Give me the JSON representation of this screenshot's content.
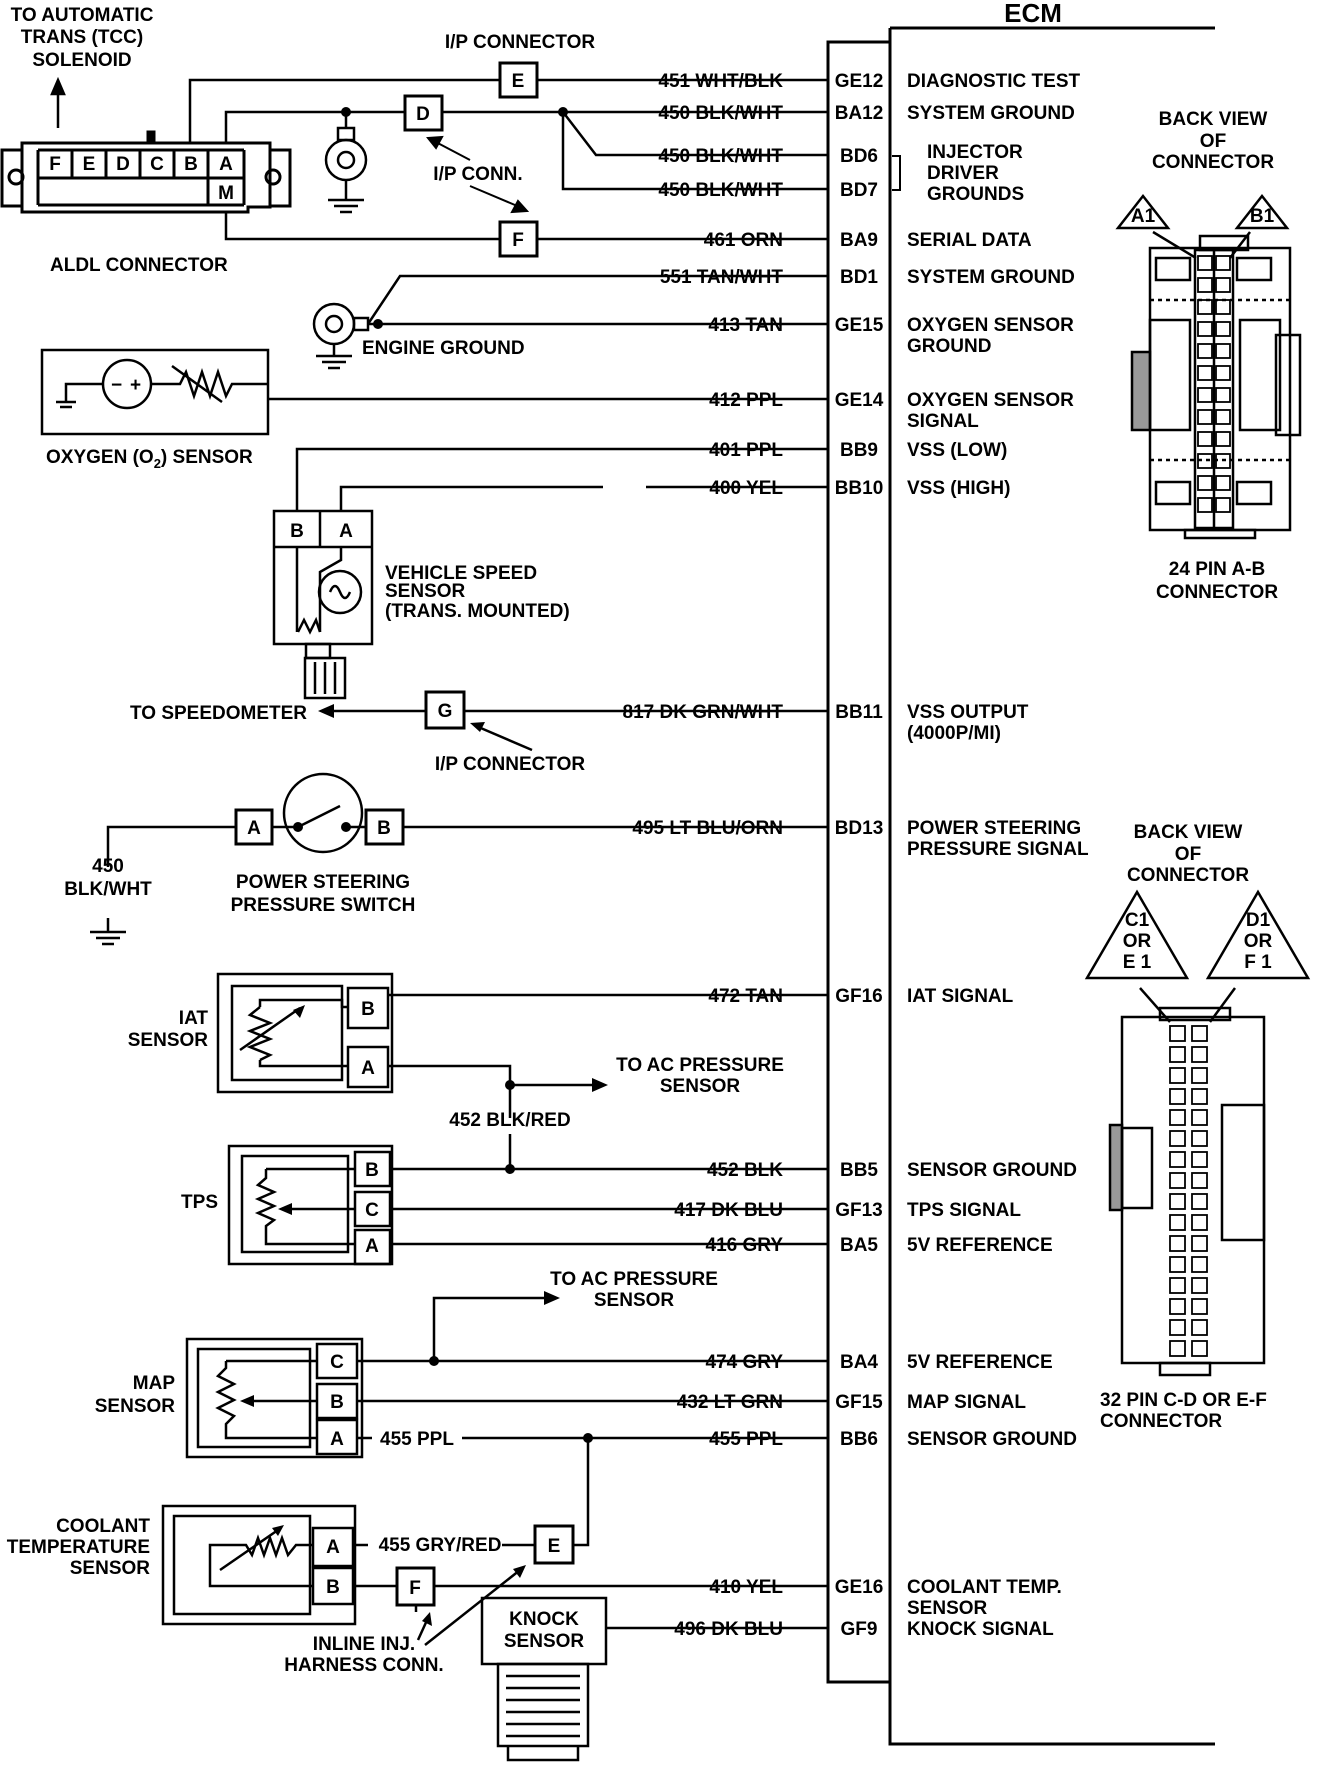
{
  "ecm": {
    "title": "ECM"
  },
  "rows": [
    {
      "wire": "451 WHT/BLK",
      "pin": "GE12",
      "fn": [
        "DIAGNOSTIC TEST"
      ]
    },
    {
      "wire": "450 BLK/WHT",
      "pin": "BA12",
      "fn": [
        "SYSTEM GROUND"
      ]
    },
    {
      "wire": "450 BLK/WHT",
      "pin": "BD6",
      "fn": []
    },
    {
      "wire": "450 BLK/WHT",
      "pin": "BD7",
      "fn": []
    },
    {
      "wire": "461 ORN",
      "pin": "BA9",
      "fn": [
        "SERIAL DATA"
      ]
    },
    {
      "wire": "551 TAN/WHT",
      "pin": "BD1",
      "fn": [
        "SYSTEM GROUND"
      ]
    },
    {
      "wire": "413 TAN",
      "pin": "GE15",
      "fn": [
        "OXYGEN SENSOR",
        "GROUND"
      ]
    },
    {
      "wire": "412 PPL",
      "pin": "GE14",
      "fn": [
        "OXYGEN SENSOR",
        "SIGNAL"
      ]
    },
    {
      "wire": "401 PPL",
      "pin": "BB9",
      "fn": [
        "VSS  (LOW)"
      ]
    },
    {
      "wire": "400 YEL",
      "pin": "BB10",
      "fn": [
        "VSS  (HIGH)"
      ]
    },
    {
      "wire": "817 DK GRN/WHT",
      "pin": "BB11",
      "fn": [
        "VSS OUTPUT",
        "(4000P/MI)"
      ]
    },
    {
      "wire": "495 LT BLU/ORN",
      "pin": "BD13",
      "fn": [
        "POWER STEERING",
        "PRESSURE SIGNAL"
      ]
    },
    {
      "wire": "472 TAN",
      "pin": "GF16",
      "fn": [
        "IAT SIGNAL"
      ]
    },
    {
      "wire": "452 BLK",
      "pin": "BB5",
      "fn": [
        "SENSOR GROUND"
      ]
    },
    {
      "wire": "417 DK BLU",
      "pin": "GF13",
      "fn": [
        "TPS SIGNAL"
      ]
    },
    {
      "wire": "416 GRY",
      "pin": "BA5",
      "fn": [
        "5V REFERENCE"
      ]
    },
    {
      "wire": "474 GRY",
      "pin": "BA4",
      "fn": [
        "5V REFERENCE"
      ]
    },
    {
      "wire": "432 LT GRN",
      "pin": "GF15",
      "fn": [
        "MAP SIGNAL"
      ]
    },
    {
      "wire": "455 PPL",
      "pin": "BB6",
      "fn": [
        "SENSOR GROUND"
      ]
    },
    {
      "wire": "410 YEL",
      "pin": "GE16",
      "fn": [
        "COOLANT TEMP.",
        "SENSOR"
      ]
    },
    {
      "wire": "496 DK BLU",
      "pin": "GF9",
      "fn": [
        "KNOCK SIGNAL"
      ]
    }
  ],
  "injector_grounds": [
    "INJECTOR",
    "DRIVER",
    "GROUNDS"
  ],
  "labels": {
    "to_auto_trans": [
      "TO AUTOMATIC",
      "TRANS (TCC)",
      "SOLENOID"
    ],
    "ip_connector_top": "I/P CONNECTOR",
    "ip_conn": "I/P CONN.",
    "aldl_connector": "ALDL  CONNECTOR",
    "engine_ground": "ENGINE GROUND",
    "oxygen_sensor": "OXYGEN (O",
    "oxygen_sub": "2",
    "oxygen_tail": ") SENSOR",
    "vss": [
      "VEHICLE SPEED",
      "SENSOR",
      "(TRANS. MOUNTED)"
    ],
    "to_speedometer": "TO SPEEDOMETER",
    "ip_connector_mid": "I/P CONNECTOR",
    "ps_ground_wire": [
      "450",
      "BLK/WHT"
    ],
    "ps_switch": [
      "POWER STEERING",
      "PRESSURE SWITCH"
    ],
    "iat_sensor": [
      "IAT",
      "SENSOR"
    ],
    "to_ac_1": [
      "TO AC PRESSURE",
      "SENSOR"
    ],
    "wire_452_blk_red": "452 BLK/RED",
    "tps": "TPS",
    "to_ac_2": [
      "TO AC PRESSURE",
      "SENSOR"
    ],
    "map_sensor": [
      "MAP",
      "SENSOR"
    ],
    "wire_455_ppl_left": "455 PPL",
    "coolant_sensor": [
      "COOLANT",
      "TEMPERATURE",
      "SENSOR"
    ],
    "wire_455_gry_red": "455 GRY/RED",
    "knock_sensor": [
      "KNOCK",
      "SENSOR"
    ],
    "inline_inj": [
      "INLINE INJ.",
      "HARNESS CONN."
    ],
    "back_view_1": [
      "BACK VIEW",
      "OF",
      "CONNECTOR"
    ],
    "conn_24": [
      "24 PIN  A-B",
      "CONNECTOR"
    ],
    "back_view_2": [
      "BACK VIEW",
      "OF",
      "CONNECTOR"
    ],
    "conn_32": [
      "32  PIN C-D OR E-F",
      "CONNECTOR"
    ],
    "tri_a1": "A1",
    "tri_b1": "B1",
    "tri_c1": [
      "C1",
      "OR",
      "E 1"
    ],
    "tri_d1": [
      "D1",
      "OR",
      "F 1"
    ]
  },
  "aldl_pins": [
    "F",
    "E",
    "D",
    "C",
    "B",
    "A"
  ],
  "aldl_pin_m": "M",
  "connector_letters": {
    "e1": "E",
    "d1": "D",
    "f1": "F",
    "g1": "G",
    "e2": "E",
    "f2": "F"
  },
  "sensor_pins": {
    "vss": [
      "B",
      "A"
    ],
    "ps": [
      "A",
      "B"
    ],
    "iat": [
      "B",
      "A"
    ],
    "tps": [
      "B",
      "C",
      "A"
    ],
    "map": [
      "C",
      "B",
      "A"
    ],
    "coolant": [
      "A",
      "B"
    ]
  }
}
